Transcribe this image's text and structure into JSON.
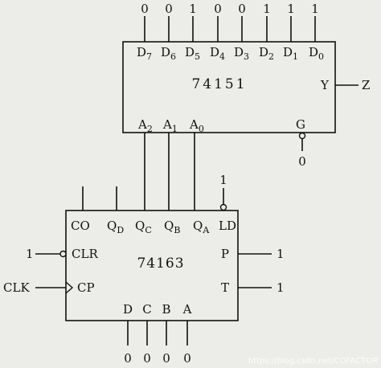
{
  "mux": {
    "name": "74151",
    "data_inputs": [
      {
        "label": "D",
        "sub": "7",
        "value": "0"
      },
      {
        "label": "D",
        "sub": "6",
        "value": "0"
      },
      {
        "label": "D",
        "sub": "5",
        "value": "1"
      },
      {
        "label": "D",
        "sub": "4",
        "value": "0"
      },
      {
        "label": "D",
        "sub": "3",
        "value": "0"
      },
      {
        "label": "D",
        "sub": "2",
        "value": "1"
      },
      {
        "label": "D",
        "sub": "1",
        "value": "1"
      },
      {
        "label": "D",
        "sub": "0",
        "value": "1"
      }
    ],
    "select_inputs": [
      {
        "label": "A",
        "sub": "2"
      },
      {
        "label": "A",
        "sub": "1"
      },
      {
        "label": "A",
        "sub": "0"
      }
    ],
    "output_pin": "Y",
    "output_signal": "Z",
    "enable_pin": "G",
    "enable_value": "0"
  },
  "counter": {
    "name": "74163",
    "top_pins": [
      {
        "label": "CO",
        "sub": ""
      },
      {
        "label": "Q",
        "sub": "D"
      },
      {
        "label": "Q",
        "sub": "C"
      },
      {
        "label": "Q",
        "sub": "B"
      },
      {
        "label": "Q",
        "sub": "A"
      },
      {
        "label": "LD",
        "sub": ""
      }
    ],
    "ld_value": "1",
    "clr_pin": "CLR",
    "clr_value": "1",
    "clock_pin": "CP",
    "clock_signal": "CLK",
    "p_pin": "P",
    "p_value": "1",
    "t_pin": "T",
    "t_value": "1",
    "data_inputs": [
      {
        "label": "D",
        "value": "0"
      },
      {
        "label": "C",
        "value": "0"
      },
      {
        "label": "B",
        "value": "0"
      },
      {
        "label": "A",
        "value": "0"
      }
    ]
  },
  "watermark": "https://blog.csdn.net/COFACTOR"
}
